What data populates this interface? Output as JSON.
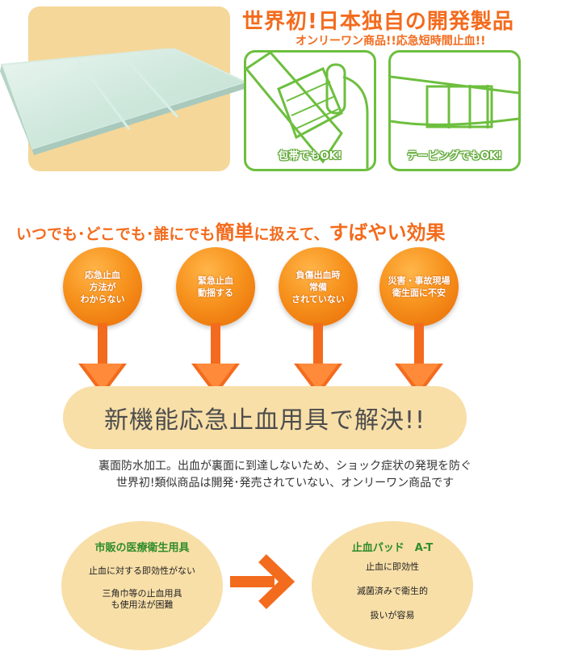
{
  "header": {
    "headline": "世界初!日本独自の開発製品",
    "subheadline": "オンリーワン商品!!応急短時間止血!!"
  },
  "panels": [
    {
      "caption": "包帯でもOK!"
    },
    {
      "caption": "テーピングでもOK!"
    }
  ],
  "tagline": {
    "part1": "いつでも･どこでも･誰にでも",
    "part2": "簡単",
    "part3": "に扱えて、",
    "part4": "すばやい効果"
  },
  "problems": [
    "応急止血\n方法が\nわからない",
    "緊急止血\n動揺する",
    "負傷出血時\n常備\nされていない",
    "災害・事故現場\n衛生面に不安"
  ],
  "solution": "新機能応急止血用具で解決!!",
  "description": {
    "line1": "裏面防水加工。出血が裏面に到達しないため、ショック症状の発現を防ぐ",
    "line2": "世界初!類似商品は開発･発売されていない、オンリーワン商品です"
  },
  "comparison": {
    "left": {
      "title": "市販の医療衛生用具",
      "items": [
        "止血に対する即効性がない",
        "三角巾等の止血用具\nも使用法が困難"
      ]
    },
    "right": {
      "title": "止血パッド　A-T",
      "items": [
        "止血に即効性",
        "滅菌済みで衛生的",
        "扱いが容易"
      ]
    }
  },
  "colors": {
    "accent_orange": "#f36b1d",
    "green": "#6dbf3e",
    "beige": "#f8dfa8"
  }
}
